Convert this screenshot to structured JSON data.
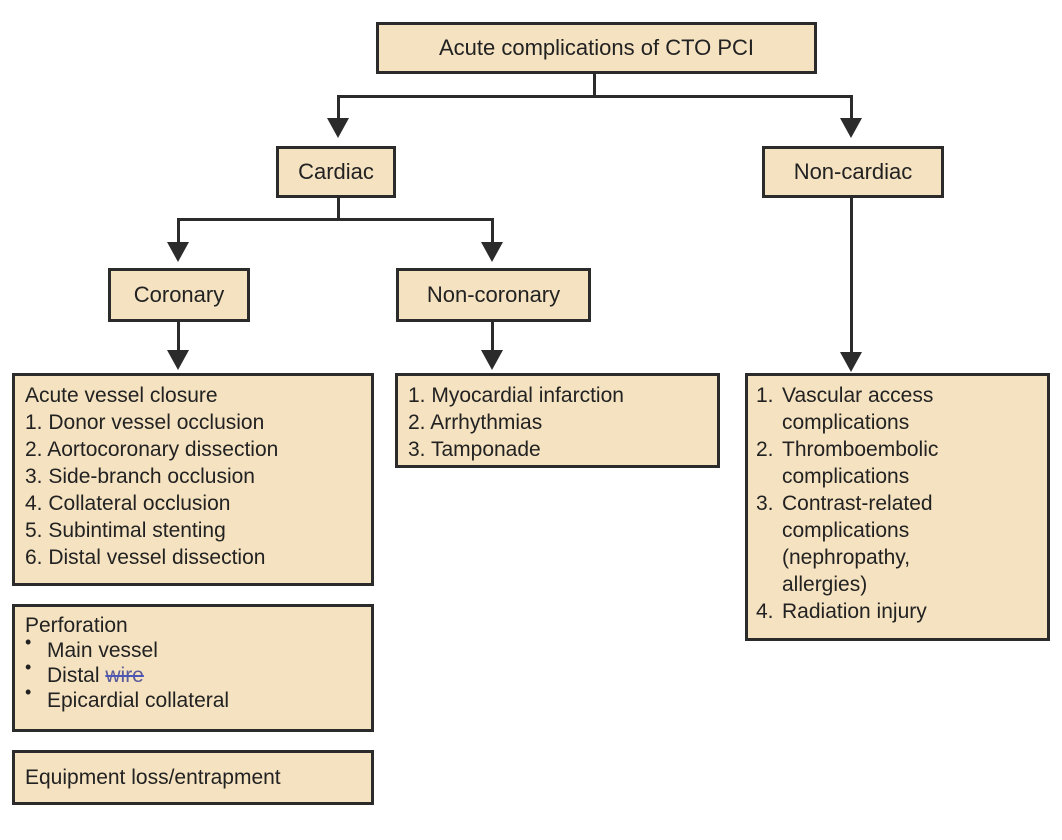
{
  "root": "Acute complications of CTO PCI",
  "cardiac": "Cardiac",
  "non_cardiac": "Non-cardiac",
  "coronary": "Coronary",
  "non_coronary": "Non-coronary",
  "acute_closure": {
    "heading": "Acute vessel closure",
    "items": [
      "1. Donor vessel occlusion",
      "2. Aortocoronary dissection",
      "3. Side-branch occlusion",
      "4. Collateral occlusion",
      "5. Subintimal stenting",
      "6. Distal vessel dissection"
    ]
  },
  "perforation": {
    "heading": "Perforation",
    "items": [
      "Main vessel",
      "Distal",
      "Epicardial collateral"
    ],
    "struck_word": "wire"
  },
  "equipment": "Equipment loss/entrapment",
  "non_coronary_list": [
    "1. Myocardial infarction",
    "2. Arrhythmias",
    "3. Tamponade"
  ],
  "non_cardiac_list": [
    {
      "num": "1.",
      "lines": [
        "Vascular access",
        "complications"
      ]
    },
    {
      "num": "2.",
      "lines": [
        "Thromboembolic",
        "complications"
      ]
    },
    {
      "num": "3.",
      "lines": [
        "Contrast-related",
        "complications",
        "(nephropathy,",
        "allergies)"
      ]
    },
    {
      "num": "4.",
      "lines": [
        "Radiation injury"
      ]
    }
  ]
}
